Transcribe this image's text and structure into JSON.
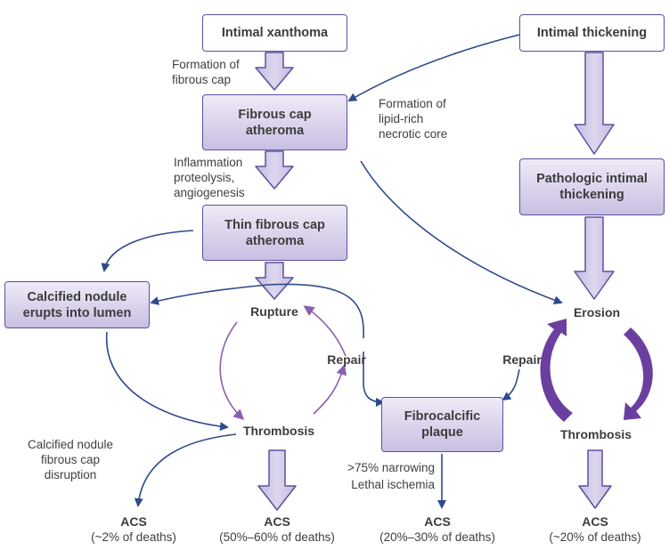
{
  "boxes": {
    "intimal_xanthoma": "Intimal xanthoma",
    "intimal_thickening": "Intimal thickening",
    "fibrous_cap_atheroma": "Fibrous cap atheroma",
    "pathologic_intimal_thickening": "Pathologic intimal thickening",
    "thin_fibrous_cap_atheroma": "Thin fibrous cap atheroma",
    "calcified_nodule": "Calcified nodule erupts into lumen",
    "fibrocalcific_plaque": "Fibrocalcific plaque"
  },
  "transitions": {
    "formation_fibrous_cap": "Formation of fibrous cap",
    "formation_necrotic_core": "Formation of lipid-rich necrotic core",
    "inflammation": "Inflammation proteolysis, angiogenesis",
    "calcified_disruption": "Calcified nodule fibrous cap disruption",
    "narrowing": ">75% narrowing",
    "lethal_ischemia": "Lethal ischemia"
  },
  "events": {
    "rupture": "Rupture",
    "erosion": "Erosion",
    "repair_left": "Repair",
    "repair_right": "Repair",
    "thrombosis_left": "Thrombosis",
    "thrombosis_right": "Thrombosis"
  },
  "outcomes": [
    {
      "label": "ACS",
      "share": "(~2% of deaths)"
    },
    {
      "label": "ACS",
      "share": "(50%–60% of deaths)"
    },
    {
      "label": "ACS",
      "share": "(20%–30% of deaths)"
    },
    {
      "label": "ACS",
      "share": "(~20% of deaths)"
    }
  ],
  "colors": {
    "box_border": "#5c50a0",
    "box_fill_light": "#efeaf7",
    "box_fill_dark": "#c9bfe2",
    "arrow_navy": "#2e4a8c",
    "arrow_purple": "#8a5fb0",
    "arrow_dark_purple": "#6b3fa0"
  }
}
